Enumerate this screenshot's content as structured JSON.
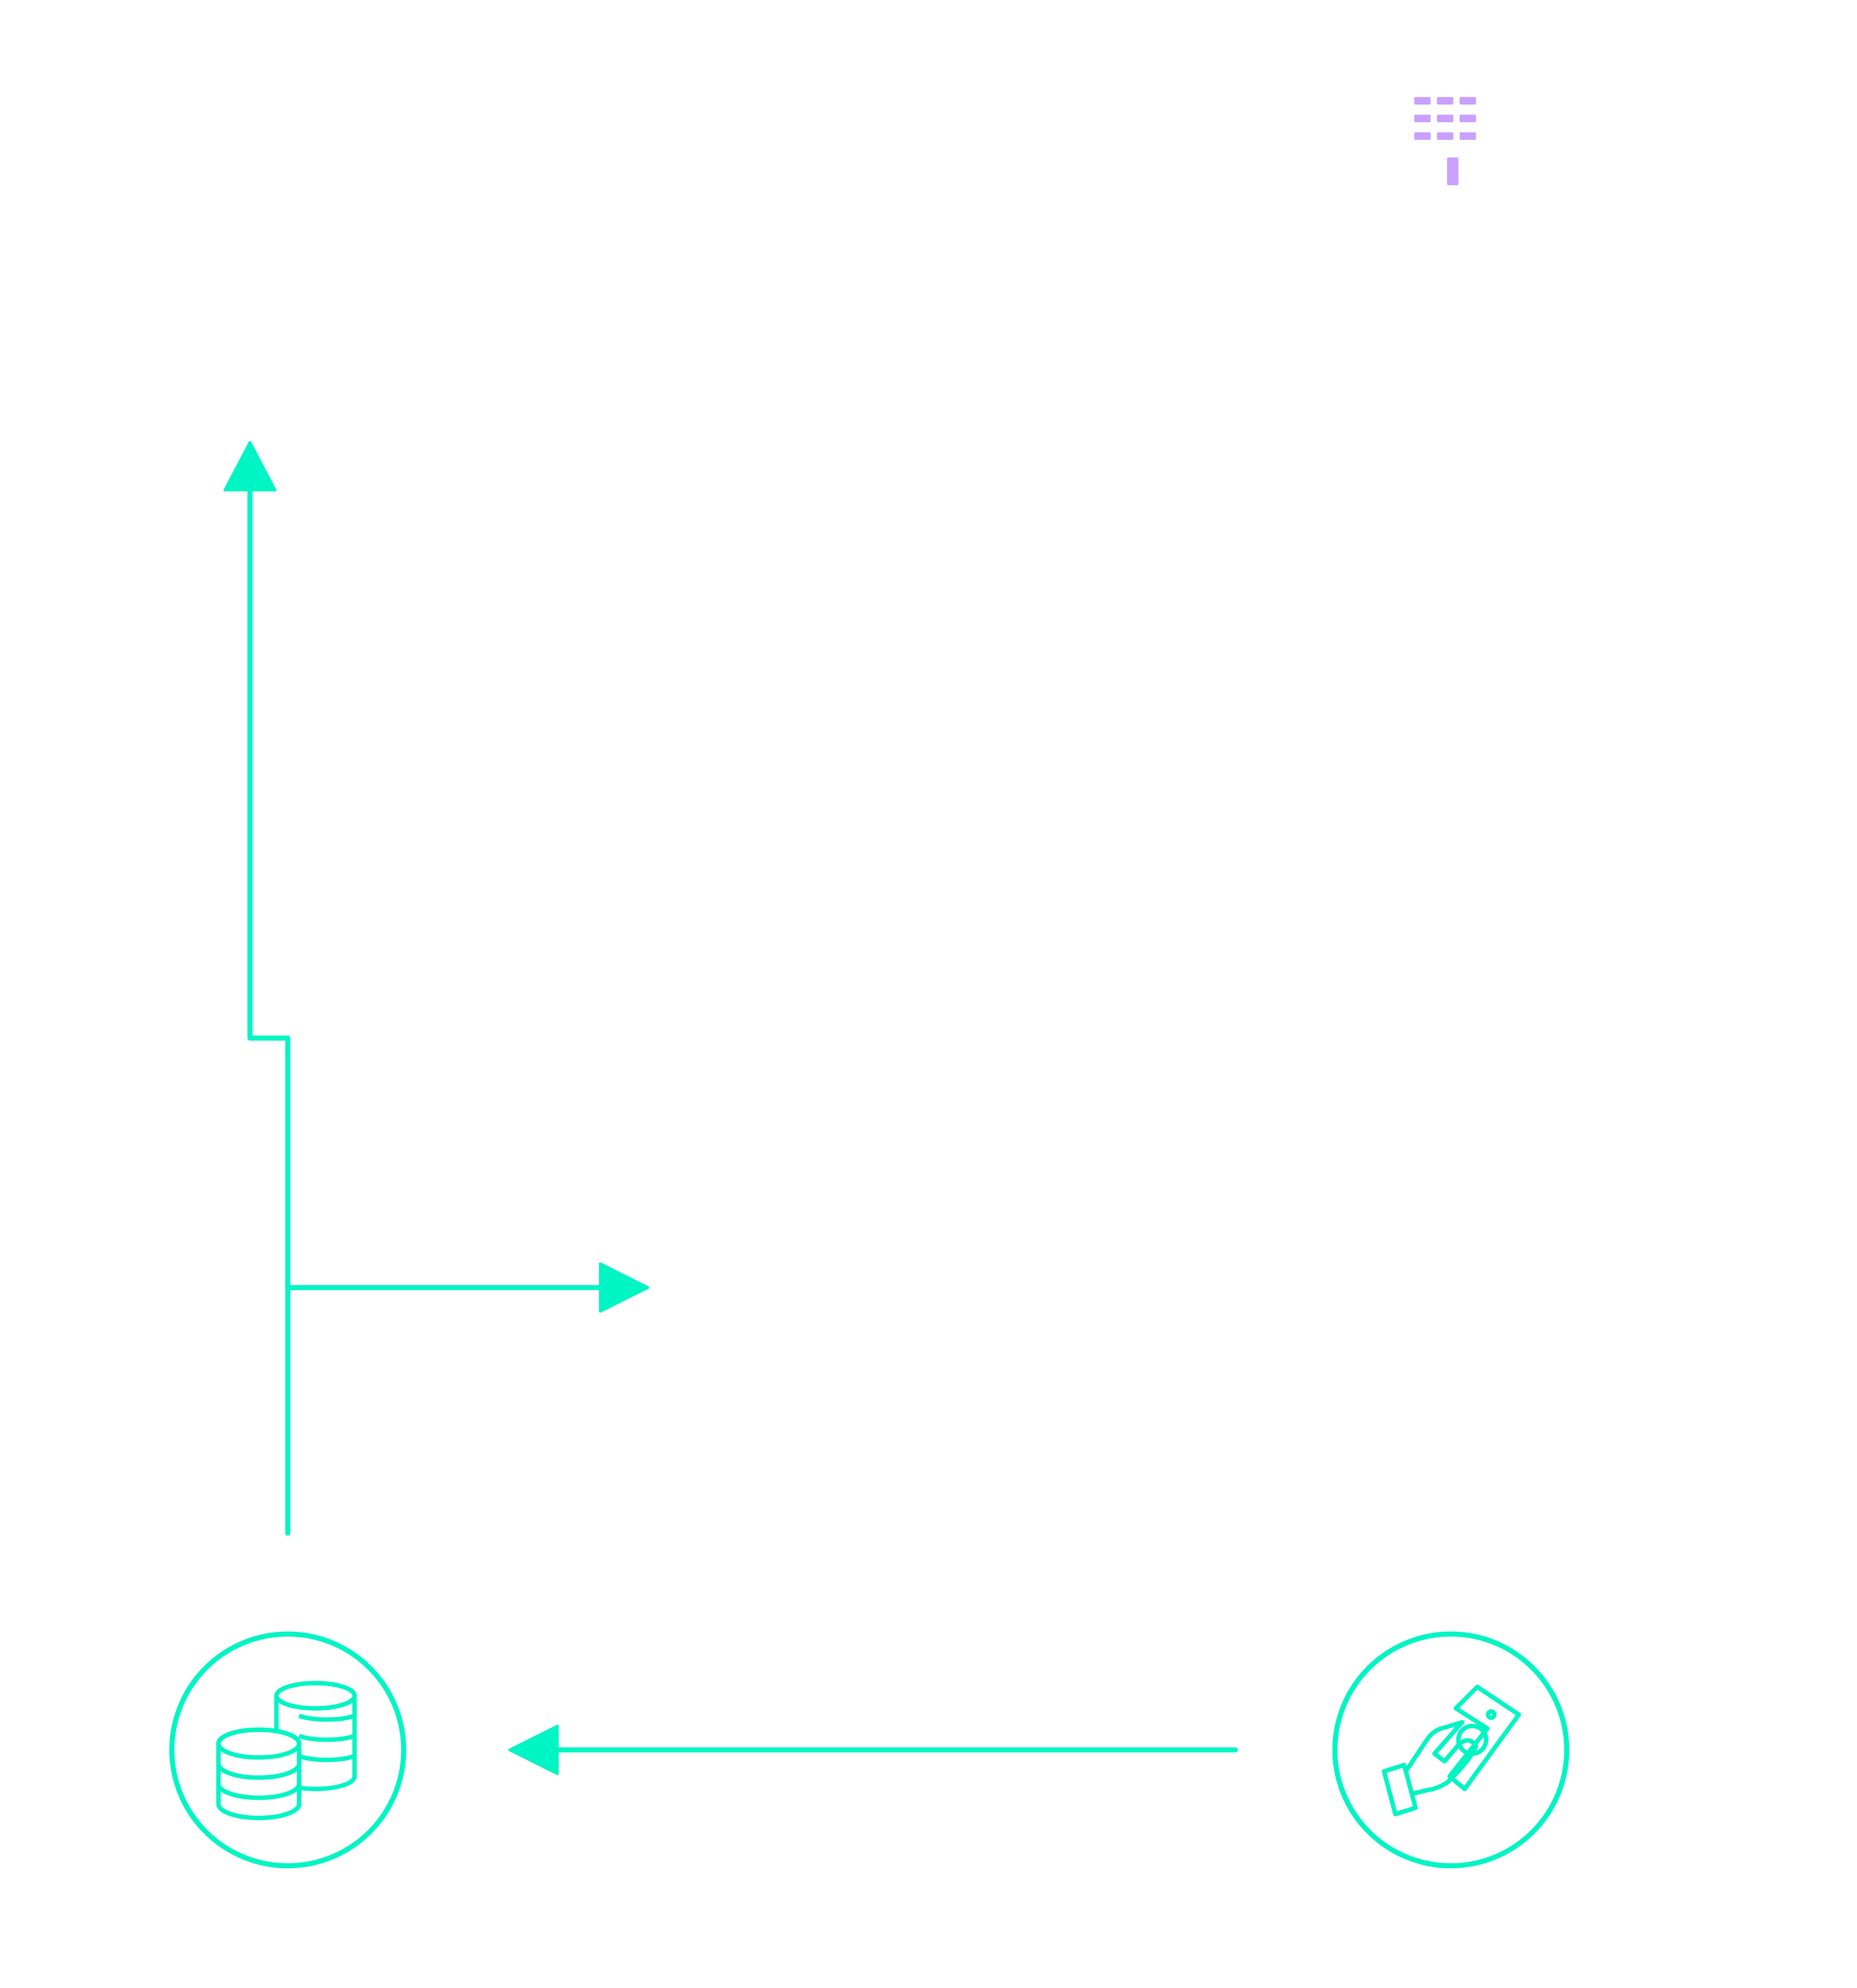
{
  "colors": {
    "accent": "#00F5C4",
    "secondary": "#C9A0FF",
    "background": "#FFFFFF"
  },
  "icons": {
    "top": "abacus-icon",
    "bottom_left": "coin-stacks-icon",
    "bottom_right": "hand-holding-money-icon"
  },
  "connectors": [
    {
      "name": "arrow-up",
      "direction": "up"
    },
    {
      "name": "arrow-right",
      "direction": "right"
    },
    {
      "name": "arrow-left",
      "direction": "left"
    }
  ]
}
